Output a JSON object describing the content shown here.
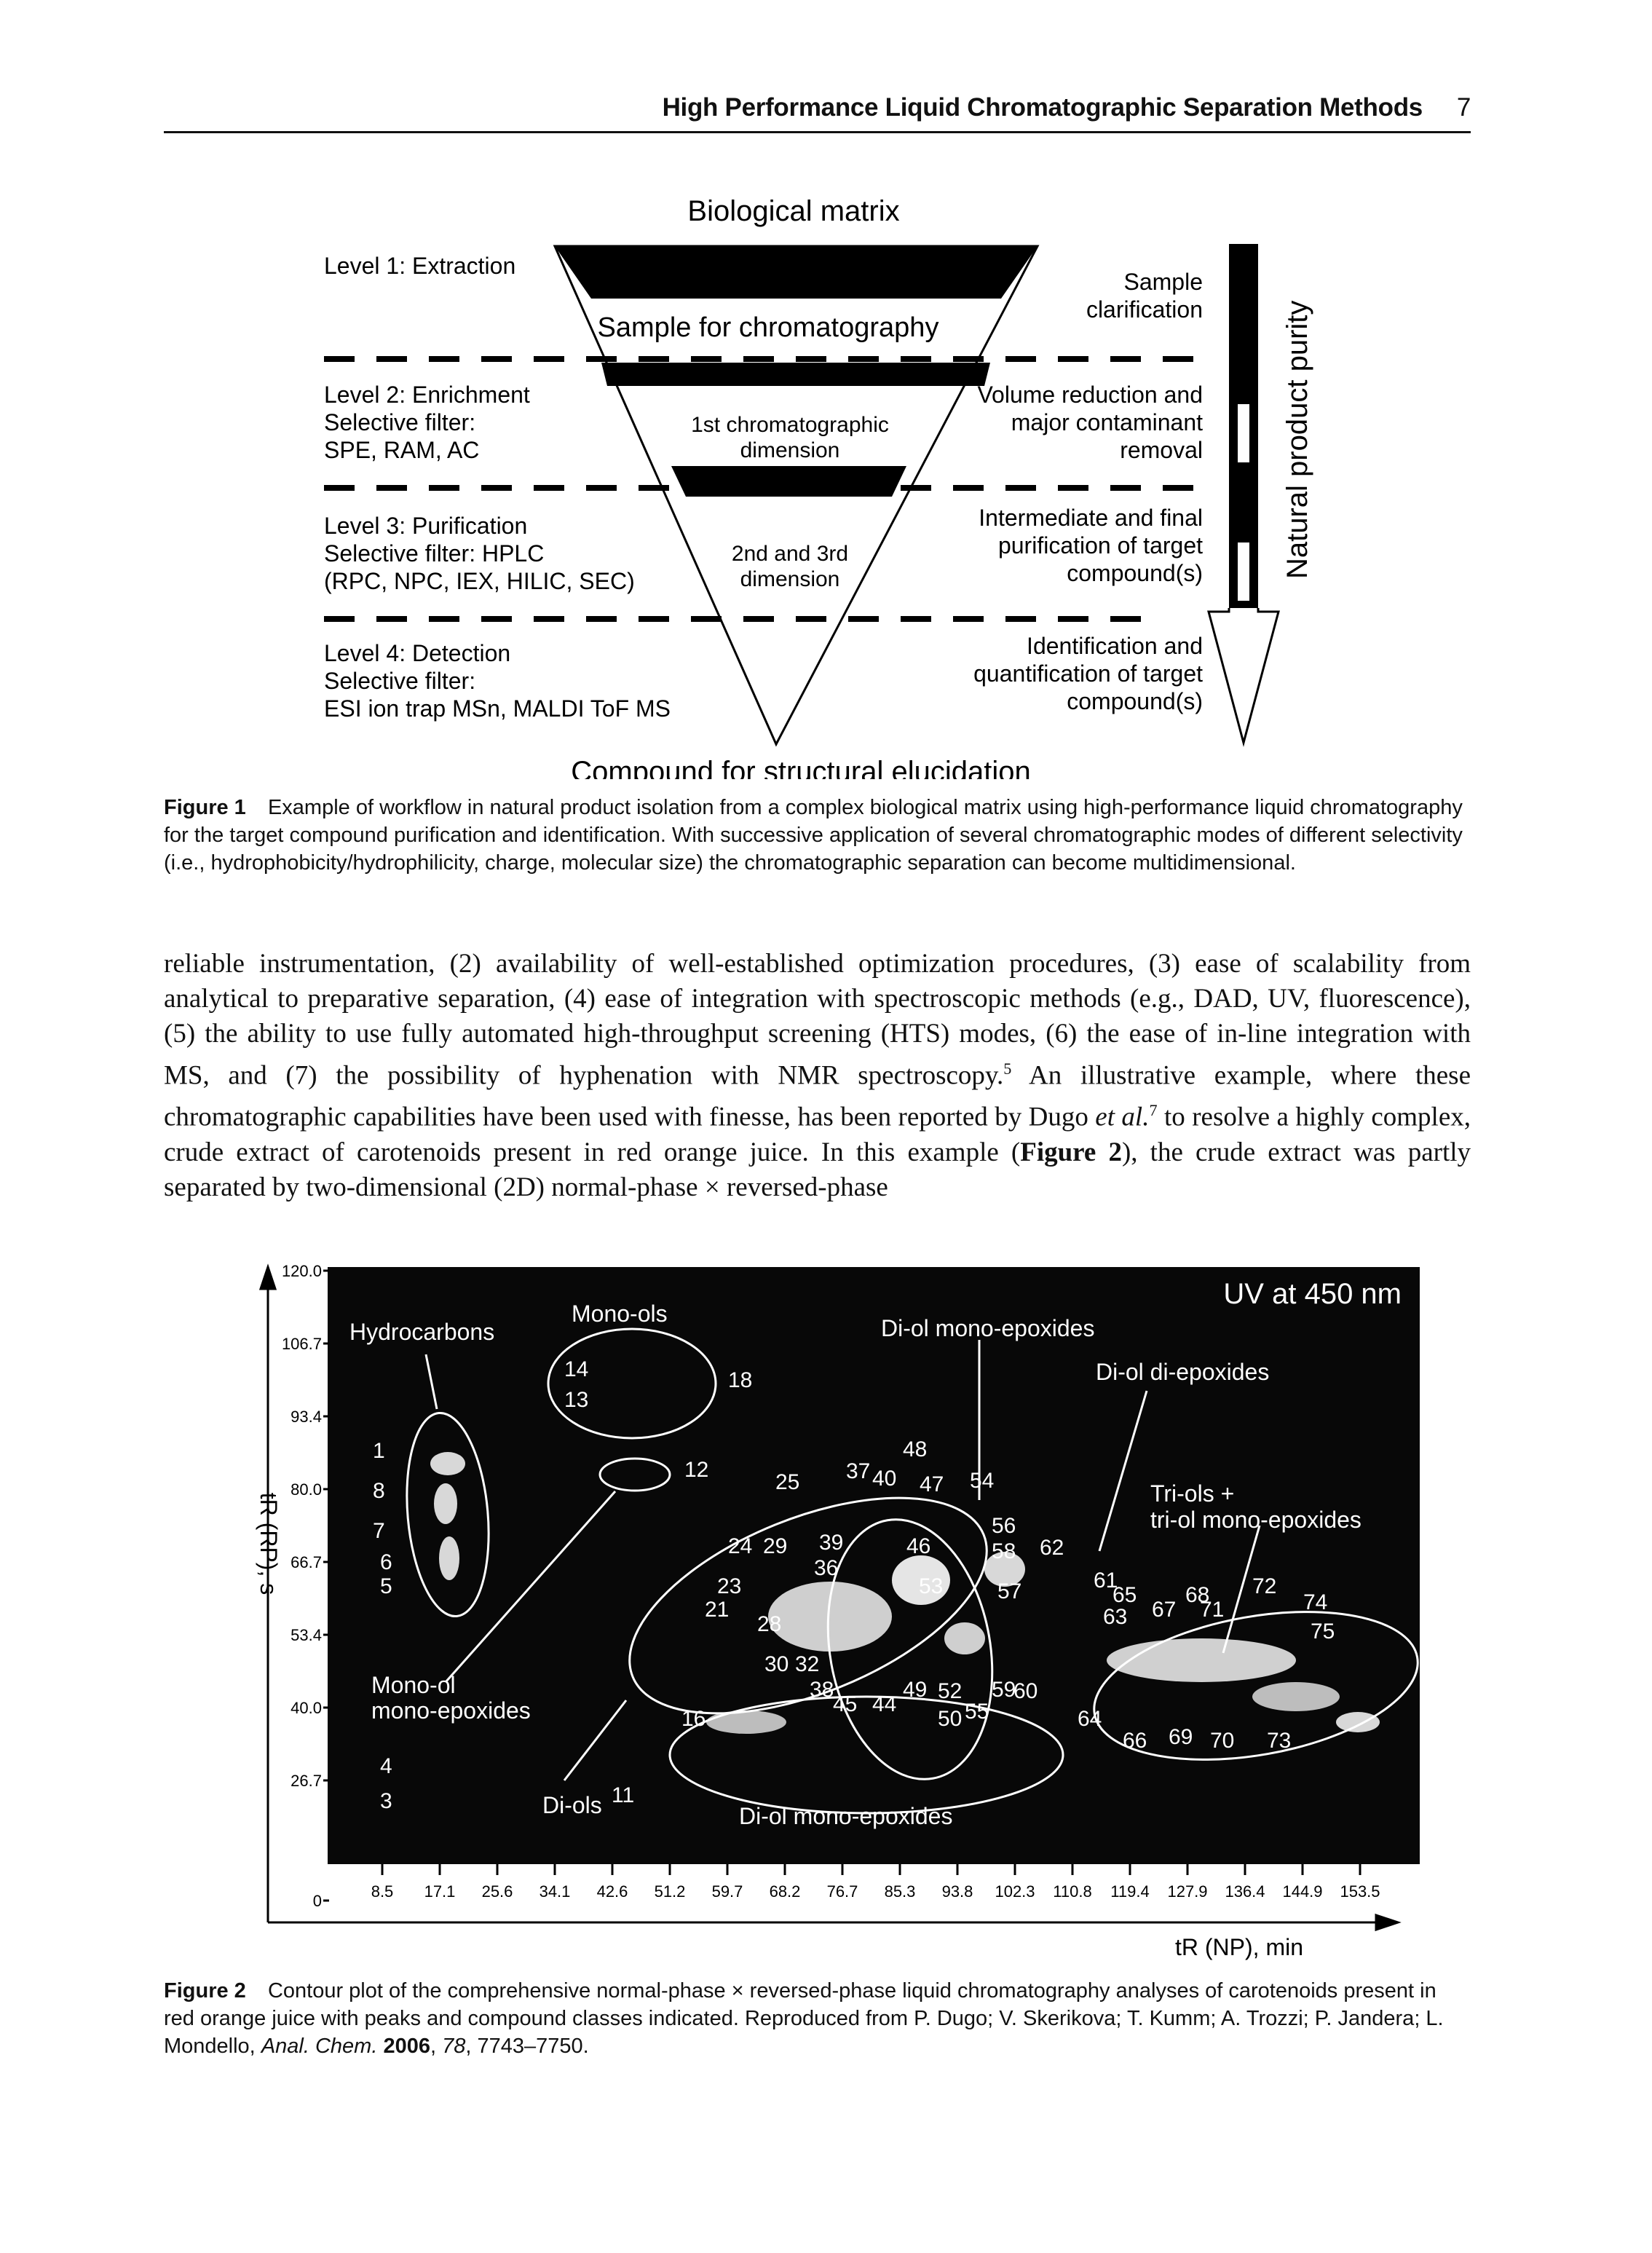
{
  "header": {
    "title": "High Performance Liquid Chromatographic Separation Methods",
    "page_number": "7"
  },
  "figure1": {
    "top_label": "Biological matrix",
    "bottom_label": "Compound for structural elucidation",
    "sample_label": "Sample for chromatography",
    "dim1": [
      "1st chromatographic",
      "dimension"
    ],
    "dim2": [
      "2nd and 3rd",
      "dimension"
    ],
    "left_levels": [
      [
        "Level 1: Extraction"
      ],
      [
        "Level 2: Enrichment",
        "Selective filter:",
        "SPE, RAM, AC"
      ],
      [
        "Level 3: Purification",
        "Selective filter: HPLC",
        "(RPC, NPC, IEX, HILIC, SEC)"
      ],
      [
        "Level 4: Detection",
        "Selective filter:",
        "ESI ion trap MSn, MALDI ToF MS"
      ]
    ],
    "right_notes": [
      [
        "Sample",
        "clarification"
      ],
      [
        "Volume reduction and",
        "major contaminant",
        "removal"
      ],
      [
        "Intermediate and final",
        "purification of target",
        "compound(s)"
      ],
      [
        "Identification and",
        "quantification of target",
        "compound(s)"
      ]
    ],
    "purity_label": "Natural product purity",
    "caption_label": "Figure 1",
    "caption_text": "Example of workflow in natural product isolation from a complex biological matrix using high-performance liquid chromatography for the target compound purification and identification. With successive application of several chromatographic modes of different selectivity (i.e., hydrophobicity/hydrophilicity, charge, molecular size) the chromatographic separation can become multidimensional."
  },
  "body": {
    "p1": "reliable instrumentation, (2) availability of well-established optimization procedures, (3) ease of scalability from analytical to preparative separation, (4) ease of integration with spectroscopic methods (e.g., DAD, UV, fluorescence), (5) the ability to use fully automated high-throughput screening (HTS) modes, (6) the ease of in-line integration with MS, and (7) the possibility of hyphenation with NMR spectroscopy.",
    "ref5": "5",
    "p2": " An illustrative example, where these chromatographic capabilities have been used with finesse, has been reported by Dugo ",
    "etal": "et al.",
    "ref7": "7",
    "p3": " to resolve a highly complex, crude extract of carotenoids present in red orange juice. In this example (",
    "figref": "Figure 2",
    "p4": "), the crude extract was partly separated by two-dimensional (2D) normal-phase × reversed-phase"
  },
  "figure2": {
    "title": "UV at 450 nm",
    "ylabel": "tR (RP), s",
    "xlabel": "tR (NP), min",
    "xticks": [
      "8.5",
      "17.1",
      "25.6",
      "34.1",
      "42.6",
      "51.2",
      "59.7",
      "68.2",
      "76.7",
      "85.3",
      "93.8",
      "102.3",
      "110.8",
      "119.4",
      "127.9",
      "136.4",
      "144.9",
      "153.5"
    ],
    "yticks": [
      "120.0",
      "106.7",
      "93.4",
      "80.0",
      "66.7",
      "53.4",
      "40.0",
      "26.7",
      "0"
    ],
    "class_labels": {
      "hydrocarbons": "Hydrocarbons",
      "monools": "Mono-ols",
      "diol_monoepox_top": "Di-ol mono-epoxides",
      "diol_diepox": "Di-ol di-epoxides",
      "triols_1": "Tri-ols +",
      "triols_2": "tri-ol mono-epoxides",
      "monool_epox_1": "Mono-ol",
      "monool_epox_2": "mono-epoxides",
      "diols": "Di-ols",
      "diol_monoepox_bottom": "Di-ol mono-epoxides"
    },
    "peaks": [
      "1",
      "8",
      "7",
      "6",
      "5",
      "14",
      "13",
      "18",
      "12",
      "48",
      "37",
      "40",
      "47",
      "54",
      "25",
      "56",
      "39",
      "24",
      "29",
      "36",
      "46",
      "58",
      "62",
      "23",
      "53",
      "57",
      "21",
      "28",
      "61",
      "65",
      "68",
      "72",
      "74",
      "63",
      "67",
      "71",
      "75",
      "30",
      "32",
      "38",
      "45",
      "44",
      "49",
      "52",
      "59",
      "60",
      "16",
      "50",
      "55",
      "64",
      "66",
      "69",
      "70",
      "73",
      "4",
      "3",
      "11"
    ],
    "caption_label": "Figure 2",
    "caption_text_1": "Contour plot of the comprehensive normal-phase × reversed-phase liquid chromatography analyses of carotenoids present in red orange juice with peaks and compound classes indicated. Reproduced from P. Dugo; V. Skerikova; T. Kumm; A. Trozzi; P. Jandera; L. Mondello, ",
    "caption_journal": "Anal. Chem.",
    "caption_year": "2006",
    "caption_vol": "78",
    "caption_pages": ", 7743–7750."
  }
}
